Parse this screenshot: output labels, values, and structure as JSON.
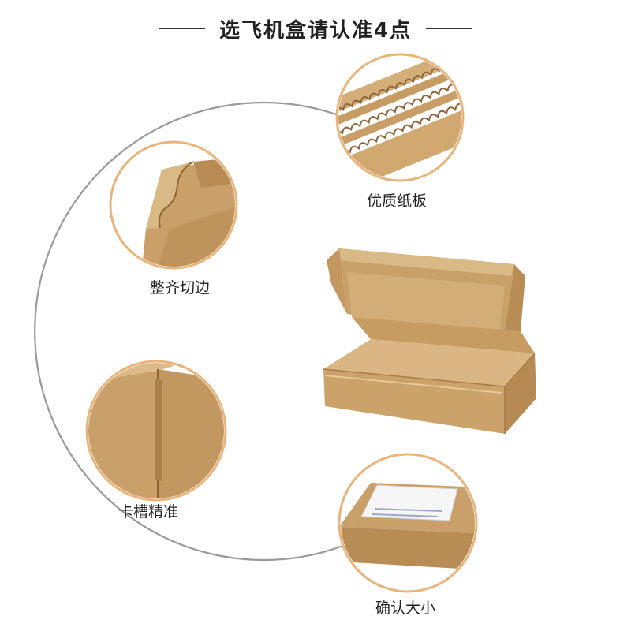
{
  "title": "选飞机盒请认准4点",
  "features": [
    {
      "label": "优质纸板",
      "icon": "corrugated-layers-closeup"
    },
    {
      "label": "整齐切边",
      "icon": "box-corner-cut-edge"
    },
    {
      "label": "卡槽精准",
      "icon": "box-slot-corner"
    },
    {
      "label": "确认大小",
      "icon": "closed-box-with-label"
    }
  ],
  "center_image": "open-kraft-mailer-box",
  "colors": {
    "kraft": "#C9A06A",
    "kraft_dark": "#A97F4A",
    "kraft_light": "#DDBB88",
    "circle_border": "#E9B37C",
    "arc": "#9A9A9A"
  }
}
